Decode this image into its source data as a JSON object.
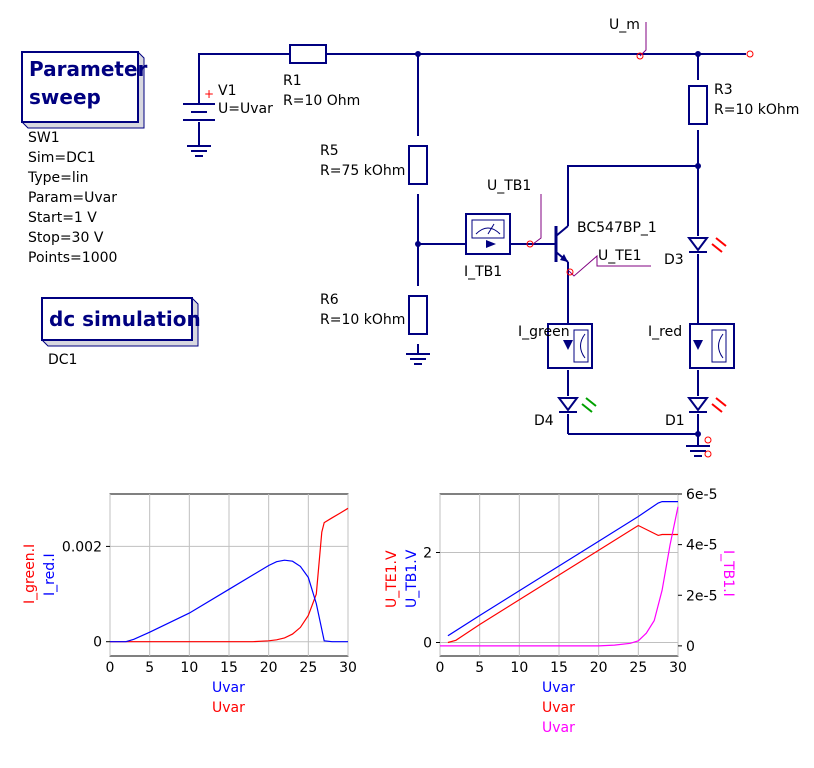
{
  "colors": {
    "wire": "#000080",
    "probe": "#800080",
    "red": "#ff0000",
    "blue": "#0000ff",
    "magenta": "#ff00ff",
    "green": "#00a000"
  },
  "boxes": {
    "param_title_1": "Parameter",
    "param_title_2": "sweep",
    "param_lines": [
      "SW1",
      "Sim=DC1",
      "Type=lin",
      "Param=Uvar",
      "Start=1 V",
      "Stop=30 V",
      "Points=1000"
    ],
    "dc_title": "dc simulation",
    "dc_name": "DC1"
  },
  "components": {
    "v1_name": "V1",
    "v1_val": "U=Uvar",
    "r1_name": "R1",
    "r1_val": "R=10 Ohm",
    "r3_name": "R3",
    "r3_val": "R=10 kOhm",
    "r5_name": "R5",
    "r5_val": "R=75 kOhm",
    "r6_name": "R6",
    "r6_val": "R=10 kOhm",
    "q_name": "BC547BP_1",
    "d1": "D1",
    "d3": "D3",
    "d4": "D4",
    "itb1": "I_TB1",
    "igreen": "I_green",
    "ired": "I_red",
    "u_m": "U_m",
    "u_tb1": "U_TB1",
    "u_te1": "U_TE1",
    "plus": "+"
  },
  "chart_data": [
    {
      "type": "line",
      "xlabel": "Uvar",
      "xlabels": [
        "Uvar",
        "Uvar"
      ],
      "xlim": [
        0,
        30
      ],
      "ylim": [
        -0.0003,
        0.0031
      ],
      "xticks": [
        "0",
        "5",
        "10",
        "15",
        "20",
        "25",
        "30"
      ],
      "yticks": [
        "0",
        "0.002"
      ],
      "ylabel_left": [
        "I_green.I",
        "I_red.I"
      ],
      "series": [
        {
          "name": "I_green.I",
          "color": "#ff0000",
          "x": [
            0,
            18,
            20,
            21,
            22,
            23,
            24,
            25,
            26,
            26.7,
            27,
            28,
            29,
            30
          ],
          "y": [
            0,
            0,
            2e-05,
            4e-05,
            8e-05,
            0.00016,
            0.0003,
            0.00055,
            0.001,
            0.0023,
            0.0025,
            0.0026,
            0.0027,
            0.0028
          ]
        },
        {
          "name": "I_red.I",
          "color": "#0000ff",
          "x": [
            0,
            2,
            3,
            5,
            10,
            15,
            20,
            21,
            22,
            23,
            24,
            25,
            26,
            27,
            28,
            30
          ],
          "y": [
            0,
            0,
            5e-05,
            0.0002,
            0.0006,
            0.0011,
            0.0016,
            0.00168,
            0.00171,
            0.00169,
            0.00158,
            0.00135,
            0.0008,
            2e-05,
            0,
            0
          ]
        }
      ]
    },
    {
      "type": "line",
      "xlabel": "Uvar",
      "xlabels": [
        "Uvar",
        "Uvar",
        "Uvar"
      ],
      "xlim": [
        0,
        30
      ],
      "ylim": [
        -0.3,
        3.3
      ],
      "ylim_right": [
        -4e-06,
        6e-05
      ],
      "xticks": [
        "0",
        "5",
        "10",
        "15",
        "20",
        "25",
        "30"
      ],
      "yticks": [
        "0",
        "2"
      ],
      "yticks_right": [
        "0",
        "2e-5",
        "4e-5",
        "6e-5"
      ],
      "ylabel_left": [
        "U_TE1.V",
        "U_TB1.V"
      ],
      "ylabel_right": [
        "I_TB1.I"
      ],
      "series": [
        {
          "name": "U_TB1.V",
          "color": "#0000ff",
          "axis": "left",
          "x": [
            1,
            5,
            10,
            15,
            20,
            25,
            27.5,
            28,
            30
          ],
          "y": [
            0.15,
            0.6,
            1.15,
            1.7,
            2.25,
            2.8,
            3.1,
            3.13,
            3.13
          ]
        },
        {
          "name": "U_TE1.V",
          "color": "#ff0000",
          "axis": "left",
          "x": [
            1,
            2,
            5,
            10,
            15,
            20,
            25,
            27.5,
            28,
            30
          ],
          "y": [
            0,
            0.05,
            0.4,
            0.95,
            1.5,
            2.05,
            2.6,
            2.38,
            2.4,
            2.4
          ]
        },
        {
          "name": "I_TB1.I",
          "color": "#ff00ff",
          "axis": "right",
          "x": [
            0,
            20,
            22,
            24,
            25,
            26,
            27,
            28,
            29,
            30
          ],
          "y": [
            0,
            0,
            3e-07,
            1e-06,
            2e-06,
            5e-06,
            1e-05,
            2.2e-05,
            4e-05,
            5.5e-05
          ]
        }
      ]
    }
  ]
}
